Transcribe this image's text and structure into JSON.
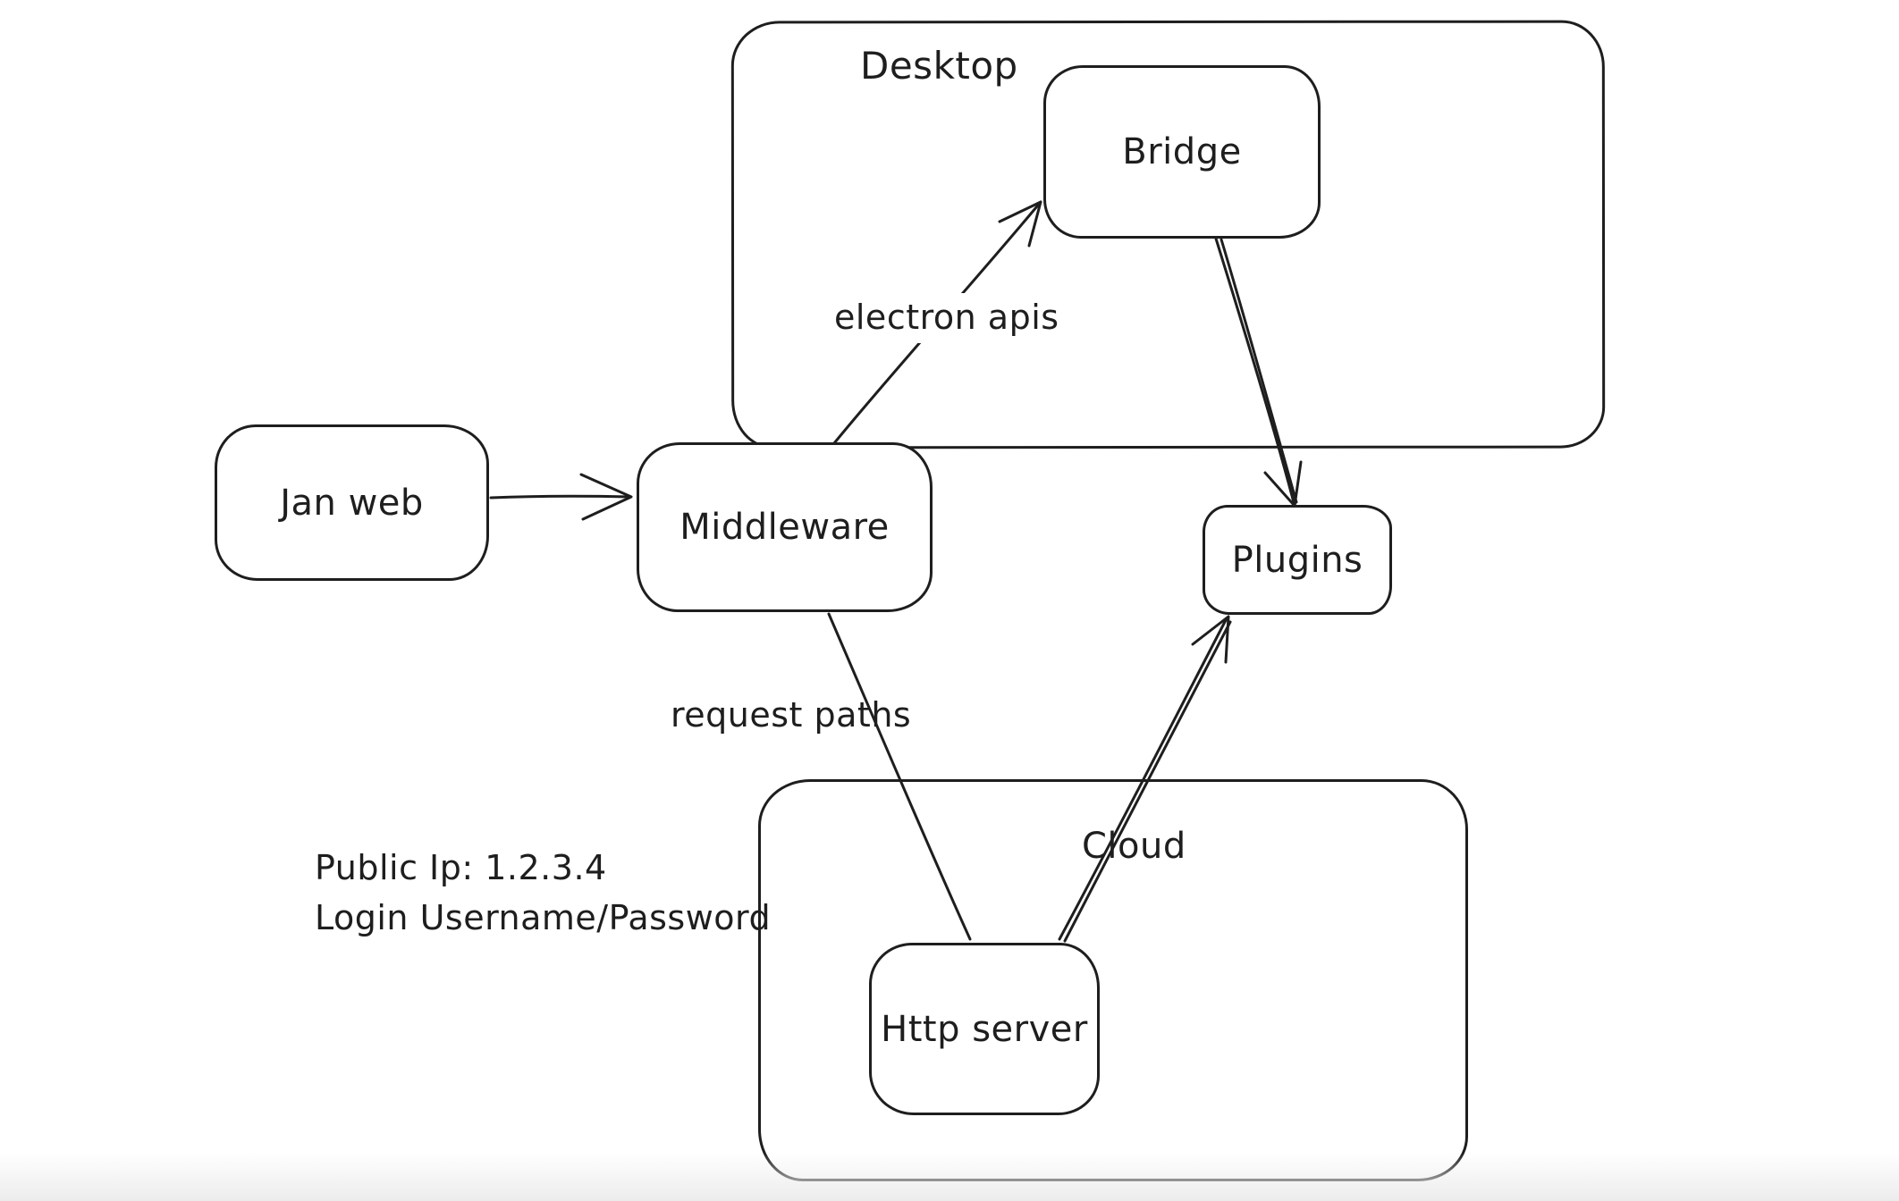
{
  "canvas": {
    "background": "#ffffff",
    "stroke_color": "#1e1e1e"
  },
  "diagram": {
    "containers": [
      {
        "id": "desktop",
        "label": "Desktop"
      },
      {
        "id": "cloud",
        "label": "Cloud"
      }
    ],
    "nodes": [
      {
        "id": "jan-web",
        "label": "Jan web"
      },
      {
        "id": "middleware",
        "label": "Middleware"
      },
      {
        "id": "bridge",
        "label": "Bridge"
      },
      {
        "id": "plugins",
        "label": "Plugins"
      },
      {
        "id": "http-server",
        "label": "Http server"
      }
    ],
    "edge_labels": [
      {
        "id": "electron-apis",
        "label": "electron apis"
      },
      {
        "id": "request-paths",
        "label": "request paths"
      }
    ],
    "annotations": [
      {
        "id": "public-ip",
        "text": "Public Ip: 1.2.3.4"
      },
      {
        "id": "login",
        "text": "Login Username/Password"
      }
    ],
    "edges": [
      {
        "from": "jan-web",
        "to": "middleware",
        "arrowhead": true
      },
      {
        "from": "middleware",
        "to": "bridge",
        "arrowhead": true,
        "label": "electron apis"
      },
      {
        "from": "bridge",
        "to": "plugins",
        "arrowhead": true
      },
      {
        "from": "middleware",
        "to": "http-server",
        "arrowhead": false,
        "label": "request paths"
      },
      {
        "from": "http-server",
        "to": "plugins",
        "arrowhead": true
      }
    ]
  }
}
